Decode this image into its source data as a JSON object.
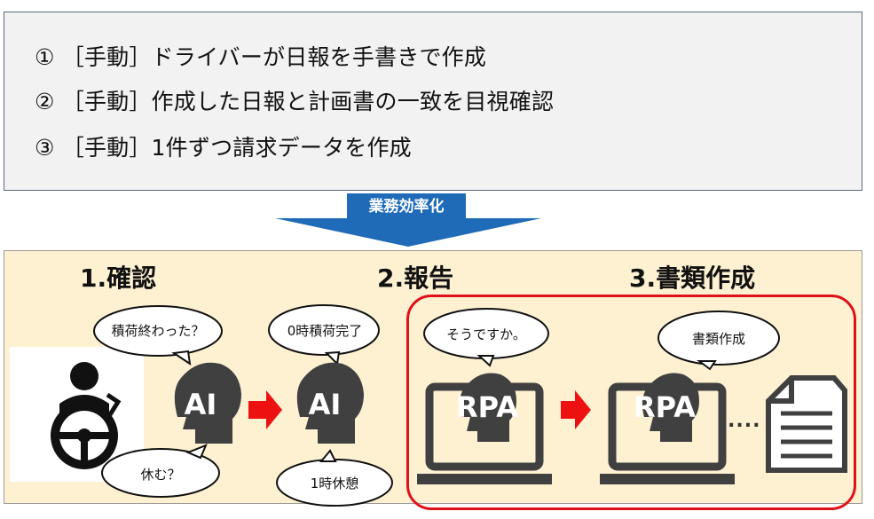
{
  "manual_steps": [
    "① ［手動］ドライバーが日報を手書きで作成",
    "② ［手動］作成した日報と計画書の一致を目視確認",
    "③ ［手動］1件ずつ請求データを作成"
  ],
  "banner": {
    "label": "業務効率化",
    "color": "#1f6bb8"
  },
  "sections": {
    "confirm": "1.確認",
    "report": "2.報告",
    "documents": "3.書類作成"
  },
  "bubbles": {
    "loading_done_question": "積荷終わった？",
    "break_question": "休む？",
    "loading_complete": "0時積荷完了",
    "one_hour_break": "1時休憩",
    "is_that_so": "そうですか。",
    "document_creation": "書類作成"
  },
  "heads": {
    "ai_1": "AI",
    "ai_2": "AI",
    "rpa_1": "RPA",
    "rpa_2": "RPA"
  },
  "ellipsis": "....",
  "colors": {
    "panel_bg": "#fdf1d2",
    "manual_bg": "#f2f2f2",
    "head_fill": "#404040",
    "arrow_red": "#ee1111",
    "frame_red": "#e0101a"
  },
  "icons": [
    "driver-steering-wheel-icon",
    "ai-head-icon",
    "red-arrow-icon",
    "laptop-icon",
    "document-icon",
    "speech-bubble-icon"
  ]
}
